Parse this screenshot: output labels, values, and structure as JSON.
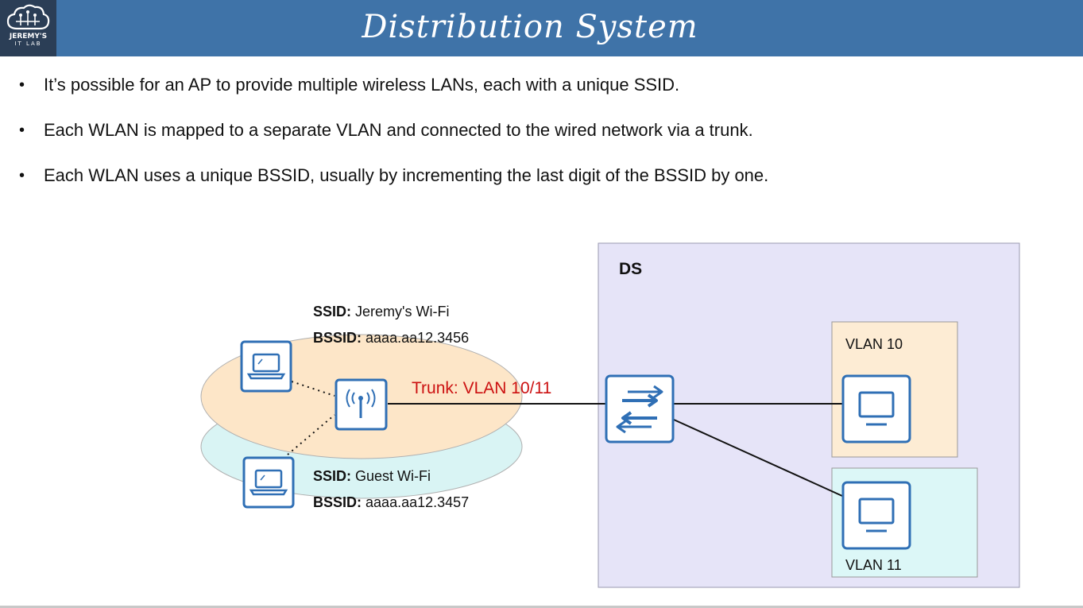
{
  "logo": {
    "line1": "JEREMY'S",
    "line2": "IT LAB"
  },
  "title": "Distribution System",
  "bullets": [
    "It’s possible for an AP to provide multiple wireless LANs, each with a unique SSID.",
    "Each WLAN is mapped to a separate VLAN and connected to the wired network via a trunk.",
    "Each WLAN uses a unique BSSID, usually by incrementing the last digit of the BSSID by one."
  ],
  "diagram": {
    "ds_label": "DS",
    "trunk_label": "Trunk: VLAN 10/11",
    "wlan1": {
      "ssid_key": "SSID:",
      "ssid_value": "Jeremy's Wi-Fi",
      "bssid_key": "BSSID:",
      "bssid_value": "aaaa.aa12.3456"
    },
    "wlan2": {
      "ssid_key": "SSID:",
      "ssid_value": "Guest Wi-Fi",
      "bssid_key": "BSSID:",
      "bssid_value": "aaaa.aa12.3457"
    },
    "vlan10_label": "VLAN 10",
    "vlan11_label": "VLAN 11",
    "icons": [
      "laptop-icon",
      "access-point-icon",
      "switch-icon",
      "pc-icon"
    ],
    "colors": {
      "header": "#3f73a8",
      "ds_box": "#e6e4f8",
      "wlan1_fill": "#fde6c8",
      "wlan2_fill": "#d9f4f4",
      "vlan10_fill": "#fdecd4",
      "vlan11_fill": "#dcf7f7",
      "device_blue": "#2f6fb5",
      "trunk_text": "#cc1111"
    }
  }
}
